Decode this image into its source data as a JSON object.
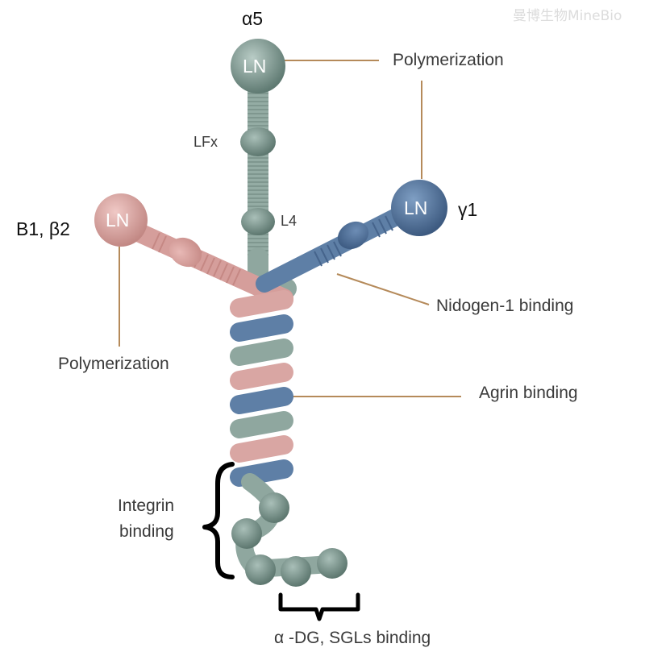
{
  "watermark": "曼博生物MineBio",
  "chains": {
    "alpha": "α5",
    "beta": "B1, β2",
    "gamma": "γ1"
  },
  "domains": {
    "ln_alpha": "LN",
    "ln_beta": "LN",
    "ln_gamma": "LN",
    "lfx": "LFx",
    "l4": "L4"
  },
  "annotations": {
    "polymerization_top": "Polymerization",
    "polymerization_left": "Polymerization",
    "nidogen": "Nidogen-1 binding",
    "agrin": "Agrin binding",
    "integrin_line1": "Integrin",
    "integrin_line2": "binding",
    "dg": "α -DG, SGLs binding"
  },
  "colors": {
    "alpha_chain": "#8fa79f",
    "beta_chain": "#d9a6a3",
    "gamma_chain": "#5e7fa6",
    "leader_line": "#b58a5a"
  }
}
